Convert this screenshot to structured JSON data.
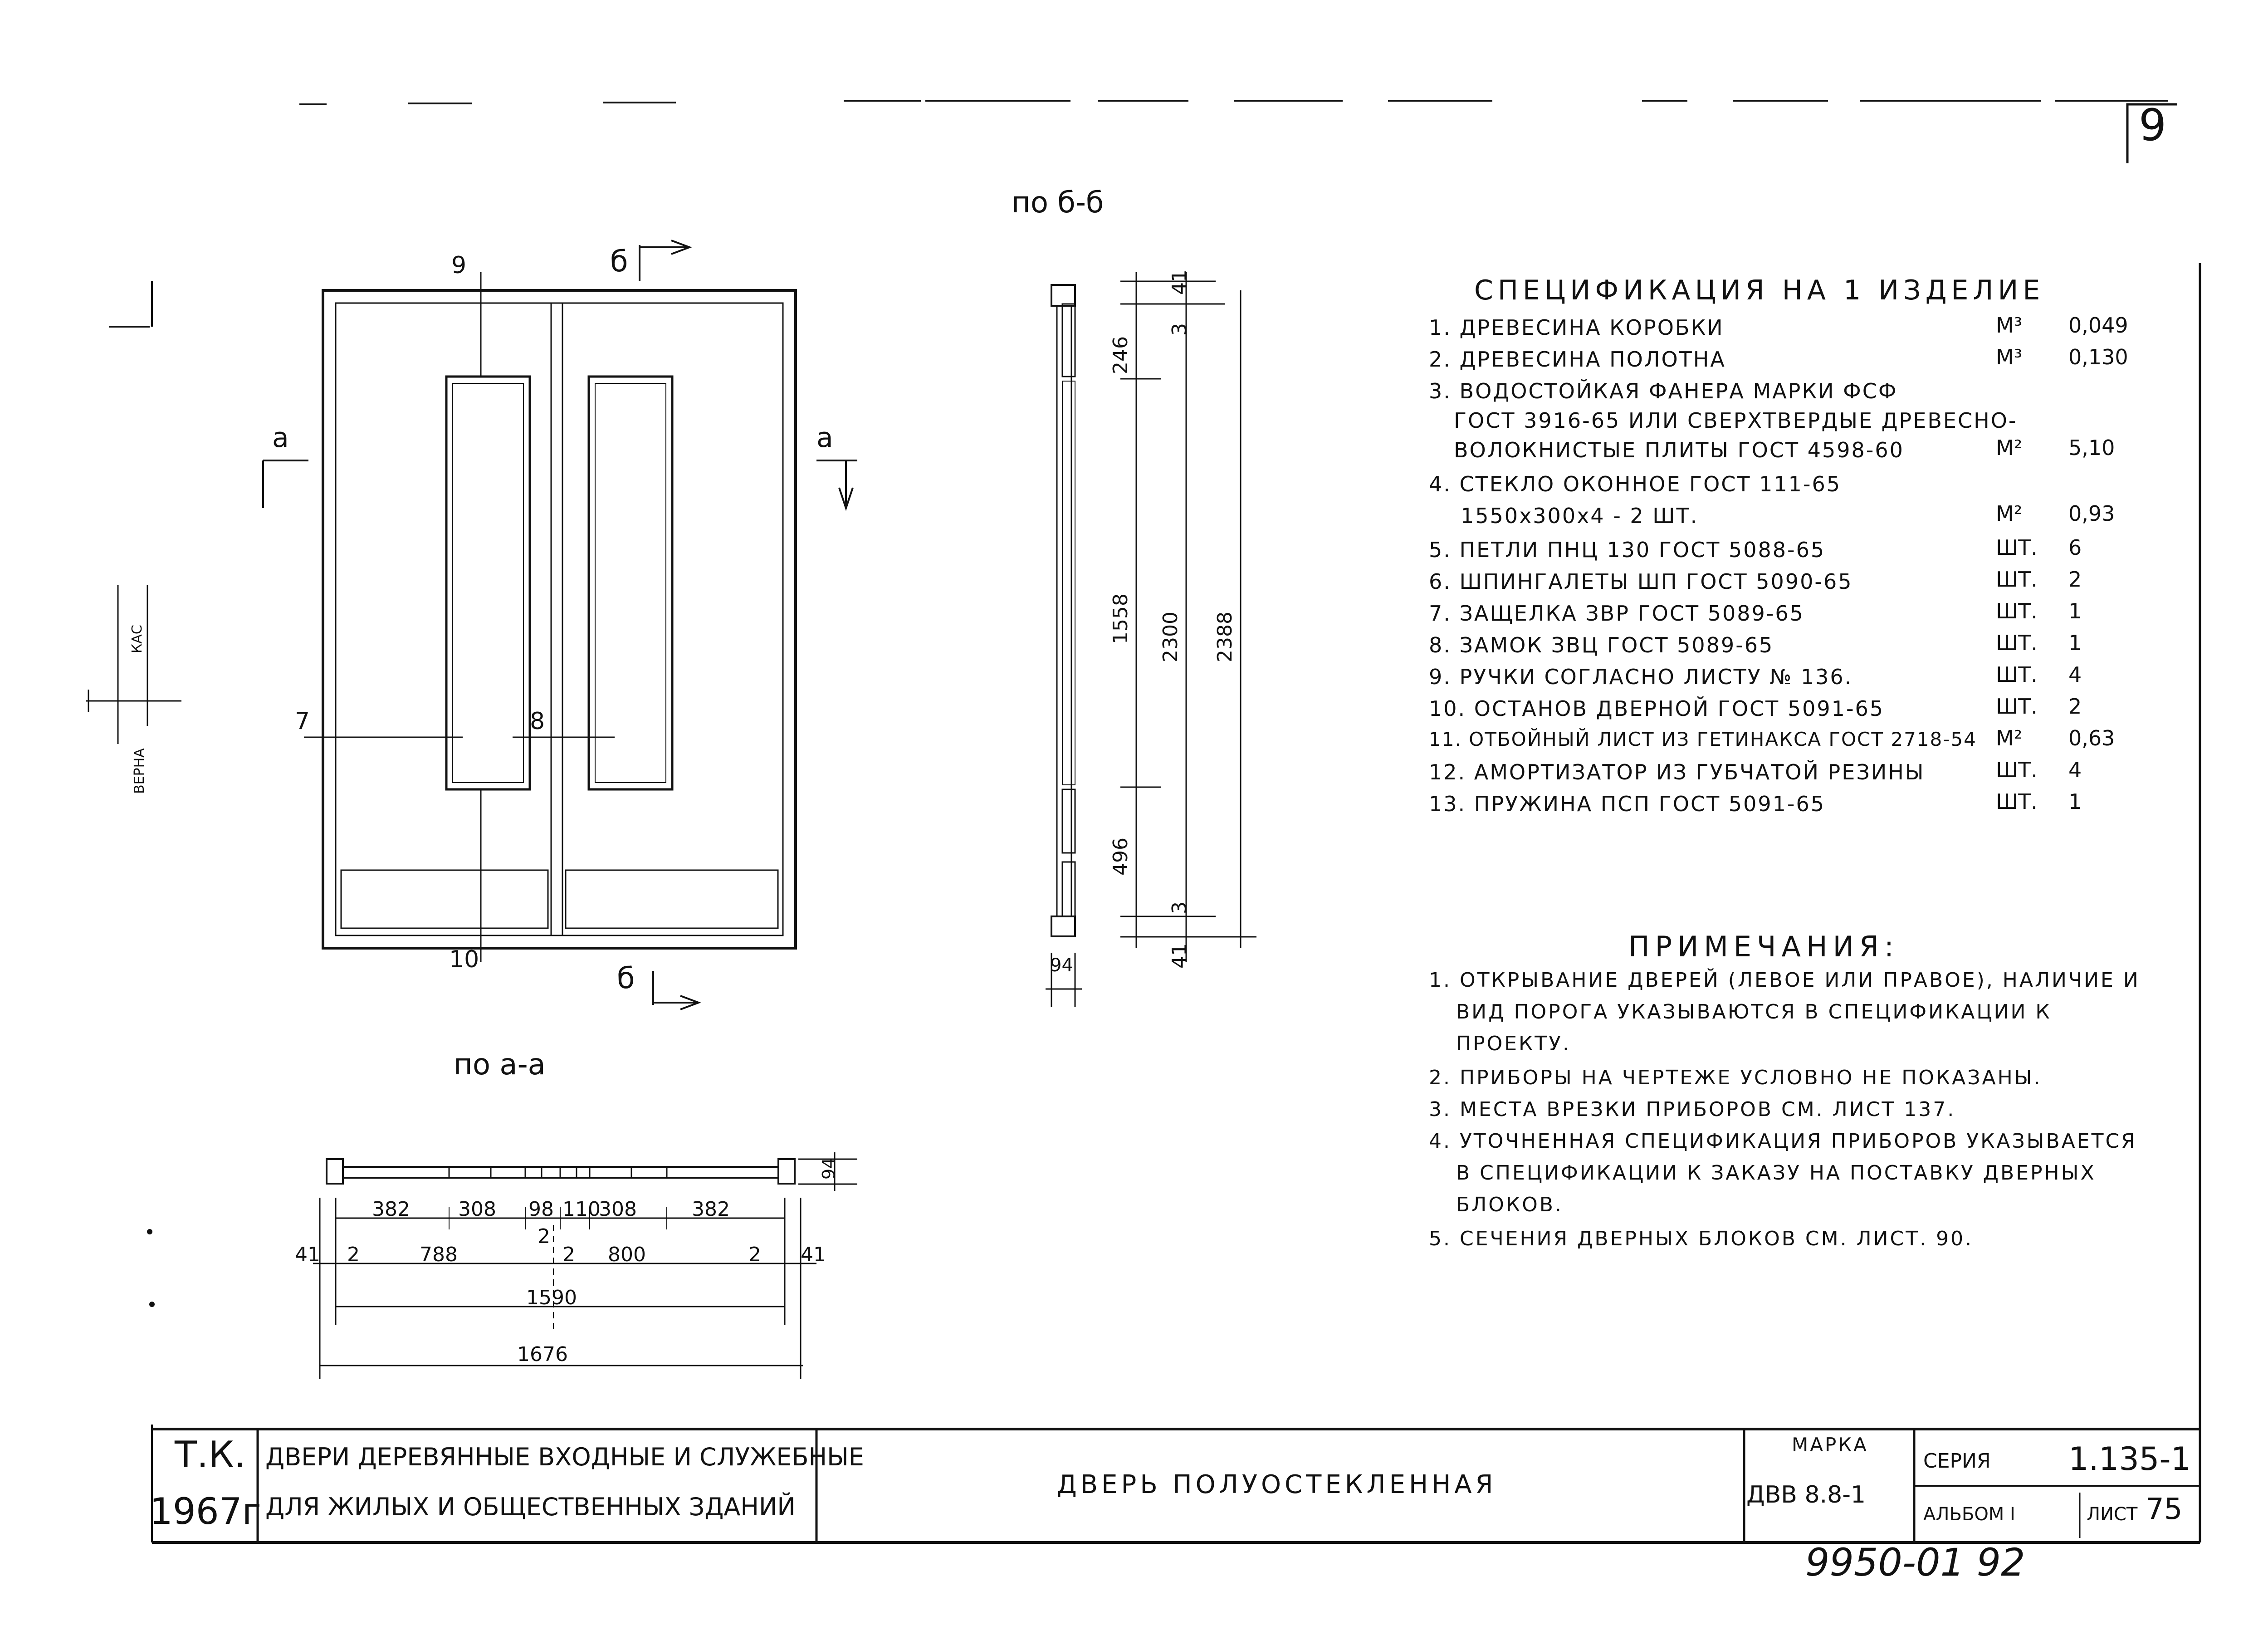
{
  "sheet": {
    "corner_number": "9",
    "stamp_number": "9950-01 92"
  },
  "views": {
    "section_bb_title": "по б-б",
    "section_aa_title": "по а-а",
    "cut_a_left": "а",
    "cut_a_right": "а",
    "cut_b_top": "б",
    "cut_b_bottom": "б",
    "callouts": [
      "9",
      "7",
      "8",
      "10"
    ]
  },
  "section_bb_dims": {
    "top_small": "41",
    "top_gap": "3",
    "d246": "246",
    "d1558": "1558",
    "d2300": "2300",
    "d2388": "2388",
    "d496": "496",
    "bottom_gap": "3",
    "bottom_small": "41",
    "depth": "94"
  },
  "section_aa_dims": {
    "depth": "94",
    "row1": [
      "382",
      "308",
      "98",
      "110",
      "308",
      "382"
    ],
    "mid_2": "2",
    "row2": [
      "41",
      "2",
      "788",
      "2",
      "800",
      "2",
      "41"
    ],
    "d1590": "1590",
    "d1676": "1676"
  },
  "side_stamp": {
    "line1": "ВЕРНА",
    "line2": "КАС"
  },
  "spec": {
    "title": "СПЕЦИФИКАЦИЯ НА 1 ИЗДЕЛИЕ",
    "rows": [
      {
        "text": "1. ДРЕВЕСИНА КОРОБКИ",
        "unit": "М³",
        "qty": "0,049"
      },
      {
        "text": "2. ДРЕВЕСИНА ПОЛОТНА",
        "unit": "М³",
        "qty": "0,130"
      },
      {
        "text": "3. ВОДОСТОЙКАЯ ФАНЕРА МАРКИ ФСФ",
        "unit": "",
        "qty": ""
      },
      {
        "text": "ГОСТ 3916-65 ИЛИ СВЕРХТВЕРДЫЕ ДРЕВЕСНО-",
        "unit": "",
        "qty": ""
      },
      {
        "text": "ВОЛОКНИСТЫЕ ПЛИТЫ ГОСТ 4598-60",
        "unit": "М²",
        "qty": "5,10"
      },
      {
        "text": "4. СТЕКЛО ОКОННОЕ   ГОСТ 111-65",
        "unit": "",
        "qty": ""
      },
      {
        "text": "1550х300х4 - 2 ШТ.",
        "unit": "М²",
        "qty": "0,93"
      },
      {
        "text": "5. ПЕТЛИ ПНЦ 130 ГОСТ 5088-65",
        "unit": "ШТ.",
        "qty": "6"
      },
      {
        "text": "6. ШПИНГАЛЕТЫ ШП  ГОСТ 5090-65",
        "unit": "ШТ.",
        "qty": "2"
      },
      {
        "text": "7. ЗАЩЕЛКА ЗВР  ГОСТ 5089-65",
        "unit": "ШТ.",
        "qty": "1"
      },
      {
        "text": "8. ЗАМОК ЗВЦ  ГОСТ 5089-65",
        "unit": "ШТ.",
        "qty": "1"
      },
      {
        "text": "9. РУЧКИ СОГЛАСНО ЛИСТУ № 136.",
        "unit": "ШТ.",
        "qty": "4"
      },
      {
        "text": "10. ОСТАНОВ ДВЕРНОЙ ГОСТ 5091-65",
        "unit": "ШТ.",
        "qty": "2"
      },
      {
        "text": "11. ОТБОЙНЫЙ ЛИСТ ИЗ ГЕТИНАКСА ГОСТ 2718-54",
        "unit": "М²",
        "qty": "0,63"
      },
      {
        "text": "12. АМОРТИЗАТОР ИЗ ГУБЧАТОЙ РЕЗИНЫ",
        "unit": "ШТ.",
        "qty": "4"
      },
      {
        "text": "13. ПРУЖИНА ПСП ГОСТ 5091-65",
        "unit": "ШТ.",
        "qty": "1"
      }
    ]
  },
  "notes": {
    "title": "ПРИМЕЧАНИЯ:",
    "lines": [
      "1. ОТКРЫВАНИЕ ДВЕРЕЙ (ЛЕВОЕ ИЛИ ПРАВОЕ), НАЛИЧИЕ И",
      "ВИД ПОРОГА УКАЗЫВАЮТСЯ В СПЕЦИФИКАЦИИ К",
      "ПРОЕКТУ.",
      "2. ПРИБОРЫ НА ЧЕРТЕЖЕ УСЛОВНО НЕ ПОКАЗАНЫ.",
      "3. МЕСТА ВРЕЗКИ ПРИБОРОВ СМ. ЛИСТ 137.",
      "4. УТОЧНЕННАЯ СПЕЦИФИКАЦИЯ ПРИБОРОВ УКАЗЫВАЕТСЯ",
      "В СПЕЦИФИКАЦИИ К ЗАКАЗУ НА ПОСТАВКУ ДВЕРНЫХ",
      "БЛОКОВ.",
      "5. СЕЧЕНИЯ ДВЕРНЫХ БЛОКОВ СМ. ЛИСТ. 90."
    ]
  },
  "title_block": {
    "org": "Т.К.",
    "year": "1967г",
    "series_name_1": "ДВЕРИ ДЕРЕВЯННЫЕ ВХОДНЫЕ И СЛУЖЕБНЫЕ",
    "series_name_2": "ДЛЯ ЖИЛЫХ И ОБЩЕСТВЕННЫХ ЗДАНИЙ",
    "drawing_name": "ДВЕРЬ ПОЛУОСТЕКЛЕННАЯ",
    "mark_label": "МАРКА",
    "mark_value": "ДВВ 8.8-1",
    "series_label": "СЕРИЯ",
    "series_value": "1.135-1",
    "album_label": "АЛЬБОМ I",
    "sheet_label": "ЛИСТ",
    "sheet_value": "75"
  }
}
